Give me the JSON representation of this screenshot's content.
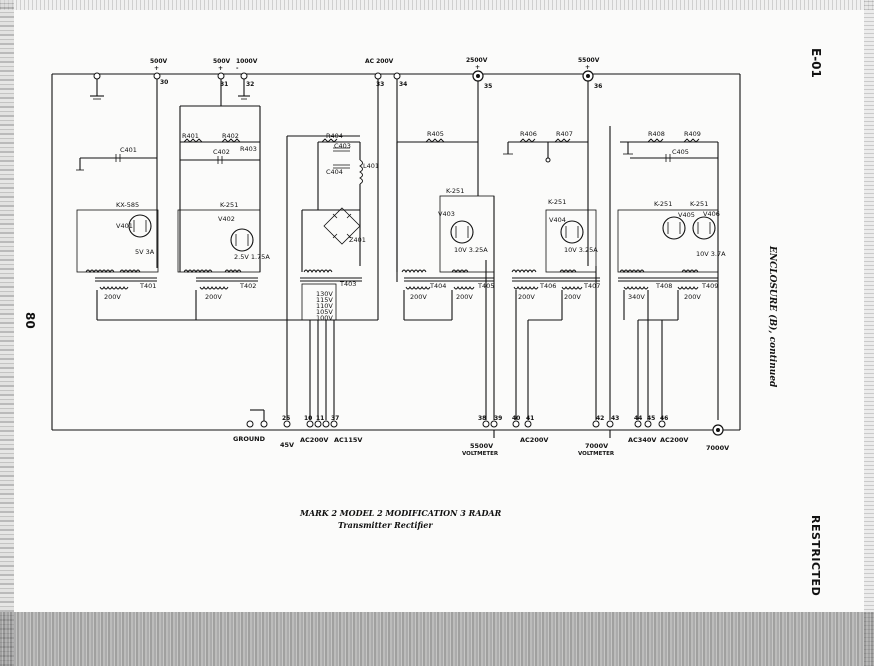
{
  "page": {
    "section_code": "E-01",
    "side_title": "ENCLOSURE (B), continued",
    "classification": "RESTRICTED",
    "page_number": "80"
  },
  "caption": {
    "line1": "MARK 2 MODEL 2 MODIFICATION 3 RADAR",
    "line2": "Transmitter Rectifier"
  },
  "top_terminals": [
    {
      "voltage": "500V",
      "polarity": "+",
      "number": "30"
    },
    {
      "voltage": "500V",
      "polarity": "+",
      "number": "31"
    },
    {
      "voltage": "1000V",
      "polarity": "-",
      "number": "32"
    },
    {
      "voltage": "AC 200V",
      "polarity": "",
      "number": "33"
    },
    {
      "voltage": "",
      "polarity": "",
      "number": "34"
    },
    {
      "voltage": "2500V",
      "polarity": "+",
      "number": "35"
    },
    {
      "voltage": "5500V",
      "polarity": "+",
      "number": "36"
    }
  ],
  "bottom_terminals": {
    "numbers": [
      "25",
      "10",
      "11",
      "37",
      "38",
      "39",
      "40",
      "41",
      "42",
      "43",
      "44",
      "45",
      "46"
    ],
    "labels": [
      "GROUND",
      "45V",
      "AC200V",
      "AC115V",
      "5500V",
      "VOLTMETER",
      "AC200V",
      "7000V",
      "VOLTMETER",
      "AC340V",
      "AC200V",
      "7000V"
    ]
  },
  "components": {
    "capacitors": [
      "C401",
      "C402",
      "C403",
      "C404",
      "C405"
    ],
    "resistors": [
      "R401",
      "R402",
      "R403",
      "R404",
      "R405",
      "R406",
      "R407",
      "R408",
      "R409"
    ],
    "tubes": [
      {
        "type": "KX-585",
        "ref": "V401",
        "rating": "5V 3A"
      },
      {
        "type": "K-251",
        "ref": "V402",
        "rating": "2.5V 1.75A"
      },
      {
        "type": "K-251",
        "ref": "V403",
        "rating": "10V 3.25A"
      },
      {
        "type": "K-251",
        "ref": "V404",
        "rating": "10V 3.25A"
      },
      {
        "type": "K-251",
        "ref": "V405",
        "rating": ""
      },
      {
        "type": "K-251",
        "ref": "V406",
        "rating": "10V 3.7A"
      }
    ],
    "transformers": [
      {
        "ref": "T401",
        "voltage": "200V"
      },
      {
        "ref": "T402",
        "voltage": "200V"
      },
      {
        "ref": "T403",
        "taps": [
          "130V",
          "115V",
          "110V",
          "105V",
          "100V"
        ]
      },
      {
        "ref": "T404",
        "voltage": "200V"
      },
      {
        "ref": "T405",
        "voltage": "200V"
      },
      {
        "ref": "T406",
        "voltage": "200V"
      },
      {
        "ref": "T407",
        "voltage": "200V"
      },
      {
        "ref": "T408",
        "voltage": "340V"
      },
      {
        "ref": "T409",
        "voltage": "200V"
      }
    ],
    "rectifier": "Z401",
    "inductor": "L401"
  }
}
